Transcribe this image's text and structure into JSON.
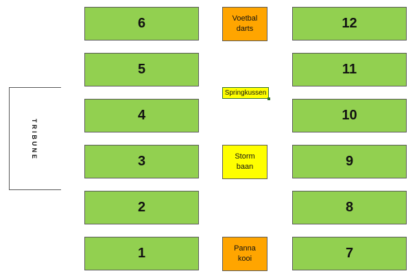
{
  "tribune": {
    "label": "TRIBUNE"
  },
  "fields": {
    "left": [
      "6",
      "5",
      "4",
      "3",
      "2",
      "1"
    ],
    "right": [
      "12",
      "11",
      "10",
      "9",
      "8",
      "7"
    ]
  },
  "attractions": {
    "voetbal_darts": "Voetbal\ndarts",
    "springkussen": "Springkussen",
    "storm_baan": "Storm\nbaan",
    "panna_kooi": "Panna\nkooi"
  },
  "colors": {
    "field_green": "#92d050",
    "attraction_orange": "#ffa500",
    "attraction_yellow": "#ffff00"
  }
}
